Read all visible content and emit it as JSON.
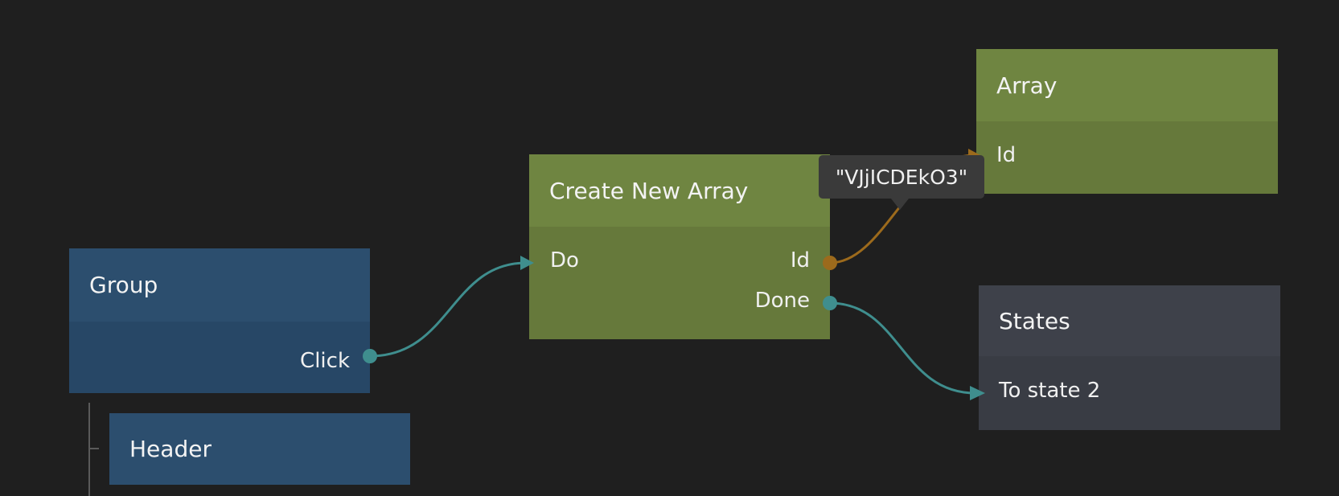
{
  "nodes": {
    "group": {
      "title": "Group",
      "ports": {
        "click": "Click"
      }
    },
    "header": {
      "title": "Header"
    },
    "create": {
      "title": "Create New Array",
      "ports": {
        "do": "Do",
        "id": "Id",
        "done": "Done"
      }
    },
    "array": {
      "title": "Array",
      "ports": {
        "id": "Id"
      }
    },
    "states": {
      "title": "States",
      "ports": {
        "to_state": "To state 2"
      }
    }
  },
  "tooltip": {
    "text": "\"VJjICDEkO3\""
  },
  "colors": {
    "signal_wire": "#3f8e8e",
    "data_wire": "#9c6a1c",
    "visual_node": "#2c4e6e",
    "data_node": "#6f8541",
    "state_node": "#3e414a",
    "background": "#1f1f1f"
  }
}
